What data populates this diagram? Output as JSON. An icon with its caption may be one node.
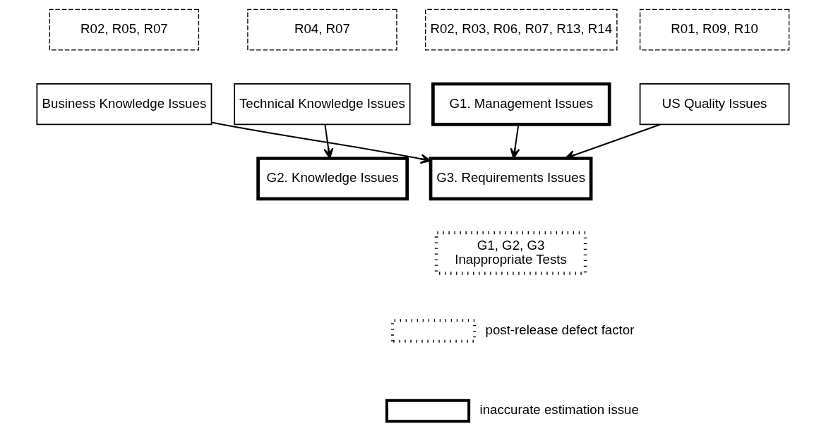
{
  "diagram": {
    "nodes": [
      {
        "text": [
          "R02, R05, R07"
        ]
      },
      {
        "text": [
          "R04, R07"
        ]
      },
      {
        "text": [
          "R02, R03, R06, R07, R13, R14"
        ]
      },
      {
        "text": [
          "R01, R09, R10"
        ]
      },
      {
        "text": [
          "Business Knowledge Issues"
        ]
      },
      {
        "text": [
          "Technical Knowledge Issues"
        ]
      },
      {
        "text": [
          "G1. Management Issues"
        ]
      },
      {
        "text": [
          "US Quality Issues"
        ]
      },
      {
        "text": [
          "G2. Knowledge Issues"
        ]
      },
      {
        "text": [
          "G3. Requirements Issues"
        ]
      },
      {
        "text": [
          "G1, G2, G3",
          "Inappropriate Tests"
        ]
      }
    ],
    "edges": [
      {
        "from": 4,
        "to": 9,
        "arrow": "to"
      },
      {
        "from": 5,
        "to": 8,
        "arrow": "to"
      },
      {
        "from": 6,
        "to": 9,
        "arrow": "to"
      },
      {
        "from": 7,
        "to": 9,
        "arrow": "to"
      }
    ],
    "legend": [
      {
        "text": "post-release defect factor"
      },
      {
        "text": "inaccurate estimation issue"
      }
    ]
  }
}
